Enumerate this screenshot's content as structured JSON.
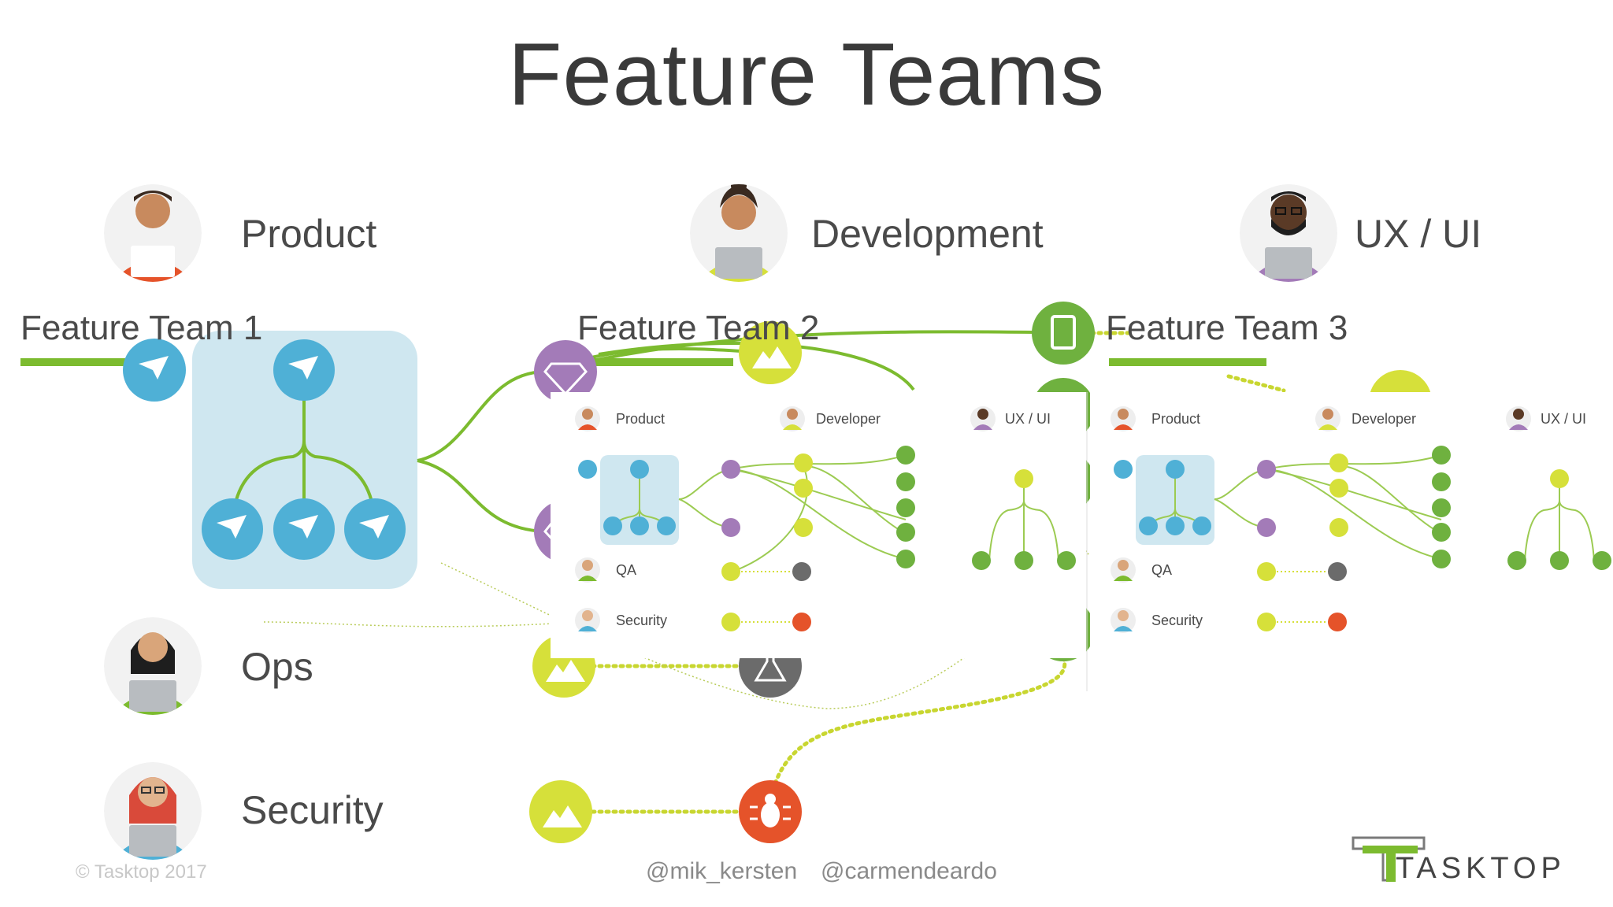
{
  "title": "Feature Teams",
  "roles": {
    "product": "Product",
    "development": "Development",
    "ux": "UX / UI",
    "ops": "Ops",
    "security": "Security"
  },
  "teams": {
    "t1": "Feature Team 1",
    "t2": "Feature Team 2",
    "t3": "Feature Team 3"
  },
  "mini_panel": {
    "product": "Product",
    "developer": "Developer",
    "ux": "UX / UI",
    "qa": "QA",
    "security": "Security"
  },
  "footer": {
    "handle1": "@mik_kersten",
    "handle2": "@carmendeardo",
    "copyright": "© Tasktop 2017",
    "logo": "TASKTOP"
  },
  "colors": {
    "green": "#7cbb2f",
    "lime": "#d6e03a",
    "blue": "#4fb0d6",
    "purple": "#a37bb8",
    "orange": "#e5532a",
    "gray": "#6b6b6b",
    "light_blue_box": "#cfe7f0"
  },
  "icons": [
    "paper-plane-icon",
    "mountain-icon",
    "diamond-icon",
    "tablet-icon",
    "flask-icon",
    "bug-icon",
    "person-avatar-icon"
  ]
}
